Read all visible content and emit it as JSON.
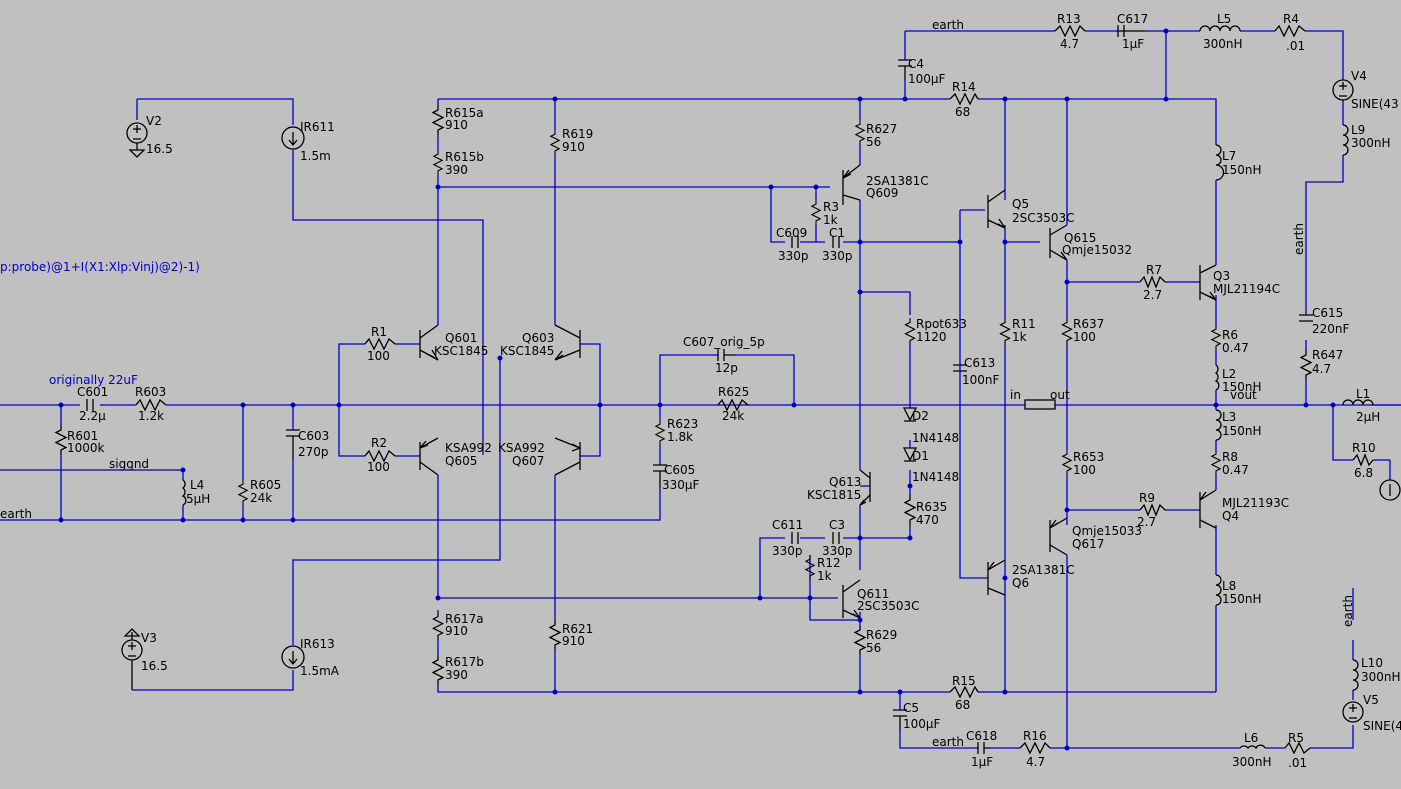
{
  "labels": {
    "earth_top": "earth",
    "R13": "R13",
    "R13_v": "4.7",
    "C617": "C617",
    "C617_v": "1µF",
    "L5": "L5",
    "L5_v": "300nH",
    "R4": "R4",
    "R4_v": ".01",
    "V4": "V4",
    "V4_v": "SINE(43",
    "L9": "L9",
    "L9_v": "300nH",
    "C4": "C4",
    "C4_v": "100µF",
    "R14": "R14",
    "R14_v": "68",
    "V2": "V2",
    "V2_v": "16.5",
    "IR611": "IR611",
    "IR611_v": "1.5m",
    "R615a": "R615a",
    "R615a_v": "910",
    "R615b": "R615b",
    "R615b_v": "390",
    "R619": "R619",
    "R619_v": "910",
    "R627": "R627",
    "R627_v": "56",
    "Q609": "2SA1381C",
    "Q609_n": "Q609",
    "R3": "R3",
    "R3_v": "1k",
    "C609": "C609",
    "C609_v": "330p",
    "C1": "C1",
    "C1_v": "330p",
    "Q5": "Q5",
    "Q5_v": "2SC3503C",
    "Q615": "Q615",
    "Q615_v": "Qmje15032",
    "L7": "L7",
    "L7_v": "150nH",
    "earth_right": "earth",
    "Q3": "Q3",
    "Q3_v": "MJL21194C",
    "R7": "R7",
    "R7_v": "2.7",
    "expr": "p:probe)@1+I(X1:Xlp:Vinj)@2)-1)",
    "Rpot633": "Rpot633",
    "Rpot633_v": "1120",
    "R11": "R11",
    "R11_v": "1k",
    "R637": "R637",
    "R637_v": "100",
    "R6": "R6",
    "R6_v": "0.47",
    "C615": "C615",
    "C615_v": "220nF",
    "R647": "R647",
    "R647_v": "4.7",
    "Q601": "Q601",
    "Q601_v": "KSC1845",
    "Q603": "Q603",
    "Q603_v": "KSC1845",
    "R1": "R1",
    "R1_v": "100",
    "C607": "C607_orig_5p",
    "C607_v": "12p",
    "C613": "C613",
    "C613_v": "100nF",
    "L2": "L2",
    "L2_v": "150nH",
    "note_22uF": "originally 22uF",
    "C601": "C601",
    "C601_v": "2.2µ",
    "R603": "R603",
    "R603_v": "1.2k",
    "R625": "R625",
    "R625_v": "24k",
    "in": "in",
    "out": "out",
    "vout": "vout",
    "L1": "L1",
    "L1_v": "2µH",
    "R601": "R601",
    "R601_v": "1000k",
    "C603": "C603",
    "C603_v": "270p",
    "R623": "R623",
    "R623_v": "1.8k",
    "D2": "D2",
    "D2_v": "1N4148",
    "L3": "L3",
    "L3_v": "150nH",
    "R2": "R2",
    "R2_v": "100",
    "Q605": "KSA992",
    "Q605_n": "Q605",
    "Q607": "KSA992",
    "Q607_n": "Q607",
    "siggnd": "siggnd",
    "D1": "D1",
    "D1_v": "1N4148",
    "R8": "R8",
    "R8_v": "0.47",
    "R10": "R10",
    "R10_v": "6.8",
    "L4": "L4",
    "L4_v": "5µH",
    "R605": "R605",
    "R605_v": "24k",
    "C605": "C605",
    "C605_v": "330µF",
    "Q613": "Q613",
    "Q613_v": "KSC1815",
    "R653": "R653",
    "R653_v": "100",
    "R635": "R635",
    "R635_v": "470",
    "earth_left": "earth",
    "R9": "R9",
    "R9_v": "2.7",
    "Q4": "MJL21193C",
    "Q4_n": "Q4",
    "Q617": "Qmje15033",
    "Q617_n": "Q617",
    "C611": "C611",
    "C611_v": "330p",
    "C3": "C3",
    "C3_v": "330p",
    "R12": "R12",
    "R12_v": "1k",
    "Q6": "2SA1381C",
    "Q6_n": "Q6",
    "Q611": "Q611",
    "Q611_v": "2SC3503C",
    "L8": "L8",
    "L8_v": "150nH",
    "R617a": "R617a",
    "R617a_v": "910",
    "R621": "R621",
    "R621_v": "910",
    "R629": "R629",
    "R629_v": "56",
    "V3": "V3",
    "V3_v": "16.5",
    "IR613": "IR613",
    "IR613_v": "1.5mA",
    "earth_br": "earth",
    "L10": "L10",
    "L10_v": "300nH",
    "R617b": "R617b",
    "R617b_v": "390",
    "R15": "R15",
    "R15_v": "68",
    "C5": "C5",
    "C5_v": "100µF",
    "V5": "V5",
    "V5_v": "SINE(4",
    "earth_bot": "earth",
    "C618": "C618",
    "C618_v": "1µF",
    "R16": "R16",
    "R16_v": "4.7",
    "L6": "L6",
    "L6_v": "300nH",
    "R5": "R5",
    "R5_v": ".01"
  }
}
